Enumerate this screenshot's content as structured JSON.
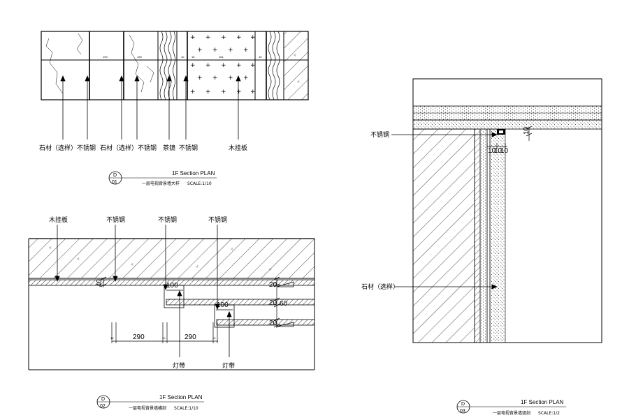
{
  "d01": {
    "labels": [
      "石材（选样）",
      "不锈钢",
      "石材（选样）",
      "不锈钢",
      "茶镜",
      "不锈钢",
      "木挂板"
    ],
    "dims": [
      "190",
      "190",
      "10",
      "10",
      "161",
      "10"
    ],
    "title": "1F Section PLAN",
    "subtitle": "一层电视背景墙大样",
    "scale": "SCALE:1/10",
    "bubble_top": "D",
    "bubble_bottom": "01"
  },
  "d02": {
    "labels": [
      "木挂板",
      "不锈钢",
      "不锈钢",
      "不锈钢"
    ],
    "light_labels": [
      "灯带",
      "灯带"
    ],
    "dims": {
      "d40": "40",
      "d100a": "100",
      "d100b": "100",
      "d20a": "20",
      "d60": "60",
      "d20b": "20",
      "d20c": "20",
      "d10a": "10",
      "d290a": "290",
      "d10b": "10",
      "d290b": "290",
      "d10c": "10"
    },
    "title": "1F Section PLAN",
    "subtitle": "一层电视背景墙横剖",
    "scale": "SCALE:1/10",
    "bubble_top": "D",
    "bubble_bottom": "02"
  },
  "d03": {
    "labels": [
      "不锈钢",
      "石材（选样）"
    ],
    "dims": {
      "v10": "10",
      "h10a": "10",
      "h10b": "10",
      "h10c": "10"
    },
    "title": "1F Section PLAN",
    "subtitle": "一层电视背景墙竖剖",
    "scale": "SCALE:1/2",
    "bubble_top": "D",
    "bubble_bottom": "03"
  }
}
